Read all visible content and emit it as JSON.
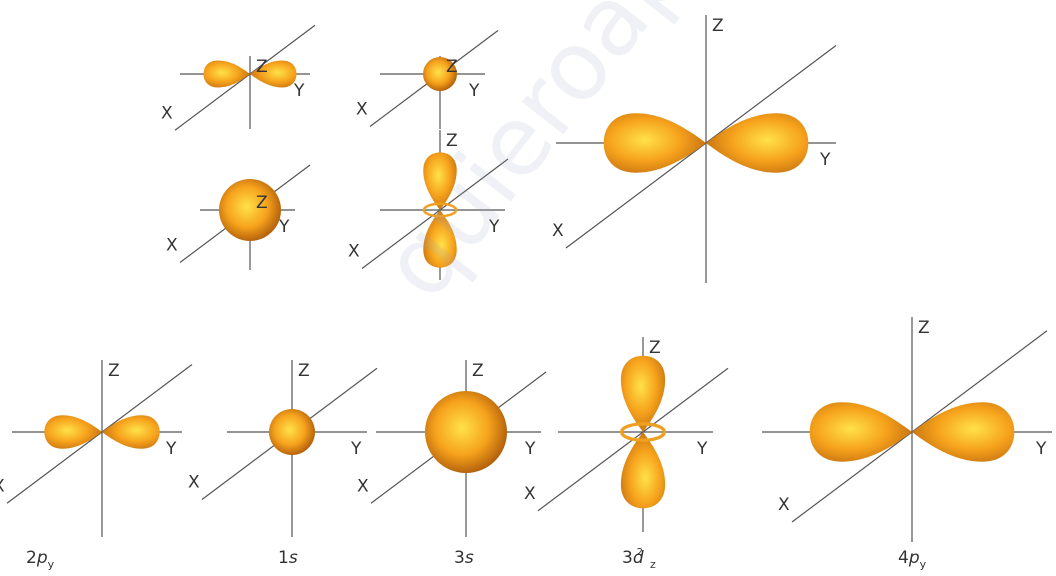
{
  "axis_labels": {
    "z": "Z",
    "y": "Y",
    "x": "X"
  },
  "captions": [
    {
      "num": "2",
      "letter": "p",
      "sub": "y",
      "sup": ""
    },
    {
      "num": "1",
      "letter": "s",
      "sub": "",
      "sup": ""
    },
    {
      "num": "3",
      "letter": "s",
      "sub": "",
      "sup": ""
    },
    {
      "num": "3",
      "letter": "d",
      "sub": "z",
      "sup": "2"
    },
    {
      "num": "4",
      "letter": "p",
      "sub": "y",
      "sup": ""
    }
  ],
  "watermark": "quieroaprobar.es",
  "colors": {
    "orbital_light": "#ffe24a",
    "orbital_mid": "#f6a21c",
    "orbital_dark": "#a8560a",
    "axis": "#555555"
  }
}
